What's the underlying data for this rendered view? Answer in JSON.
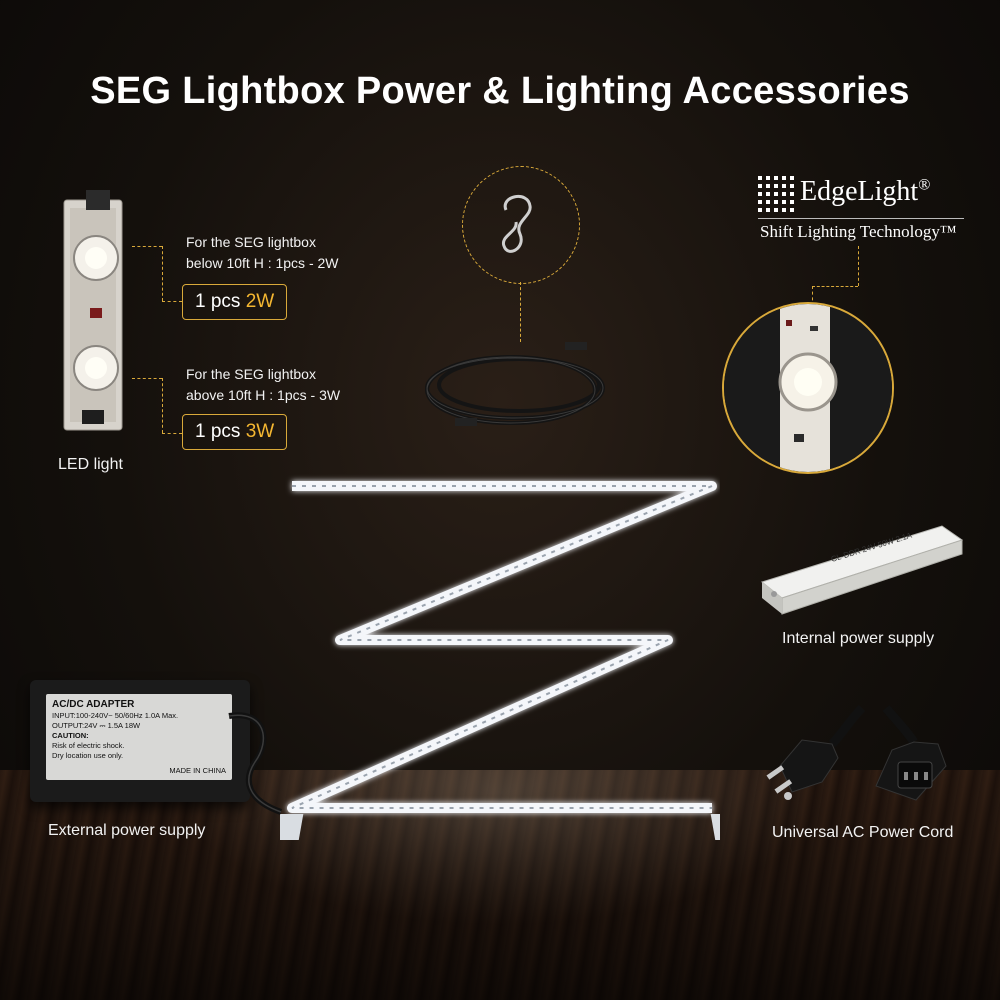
{
  "title": "SEG Lightbox Power & Lighting Accessories",
  "led": {
    "label": "LED light",
    "option1_desc_line1": "For the SEG lightbox",
    "option1_desc_line2": "below 10ft H : 1pcs - 2W",
    "option1_badge_prefix": "1 pcs",
    "option1_badge_watt": "2W",
    "option2_desc_line1": "For the SEG lightbox",
    "option2_desc_line2": "above 10ft H : 1pcs - 3W",
    "option2_badge_prefix": "1 pcs",
    "option2_badge_watt": "3W"
  },
  "brand": {
    "name": "EdgeLight",
    "mark": "®",
    "tagline": "Shift Lighting Technology™"
  },
  "internal_supply": {
    "label": "Internal power supply",
    "device_text": "CL-DDR 24V-50W 2.1A"
  },
  "external_supply": {
    "label": "External power supply",
    "adapter_title": "AC/DC ADAPTER",
    "input_line": "INPUT:100-240V~ 50/60Hz 1.0A Max.",
    "output_line": "OUTPUT:24V  ⎓ 1.5A 18W",
    "caution_title": "CAUTION:",
    "caution_line1": "Risk of electric shock.",
    "caution_line2": "Dry location use only.",
    "made_in": "MADE IN CHINA"
  },
  "power_cord": {
    "label": "Universal AC Power Cord"
  },
  "colors": {
    "accent": "#d9a93a",
    "highlight_watt": "#f5b731"
  }
}
